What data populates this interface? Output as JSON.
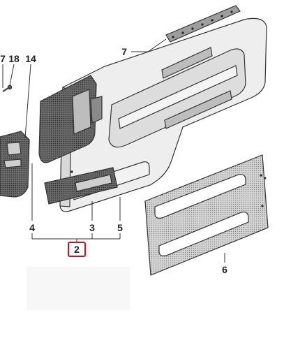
{
  "callouts": {
    "c7": "7",
    "c18": "18",
    "c14": "14",
    "c7b": "7",
    "c4": "4",
    "c3": "3",
    "c5": "5",
    "c2": "2",
    "c6": "6"
  },
  "colors": {
    "highlight_box": "#cc1122",
    "part_fill_light": "#eeeeee",
    "part_fill_mid": "#cfcfcf",
    "part_fill_dark": "#5a5a5a",
    "textured_panel": "#bdbdbd",
    "line": "#333333"
  }
}
